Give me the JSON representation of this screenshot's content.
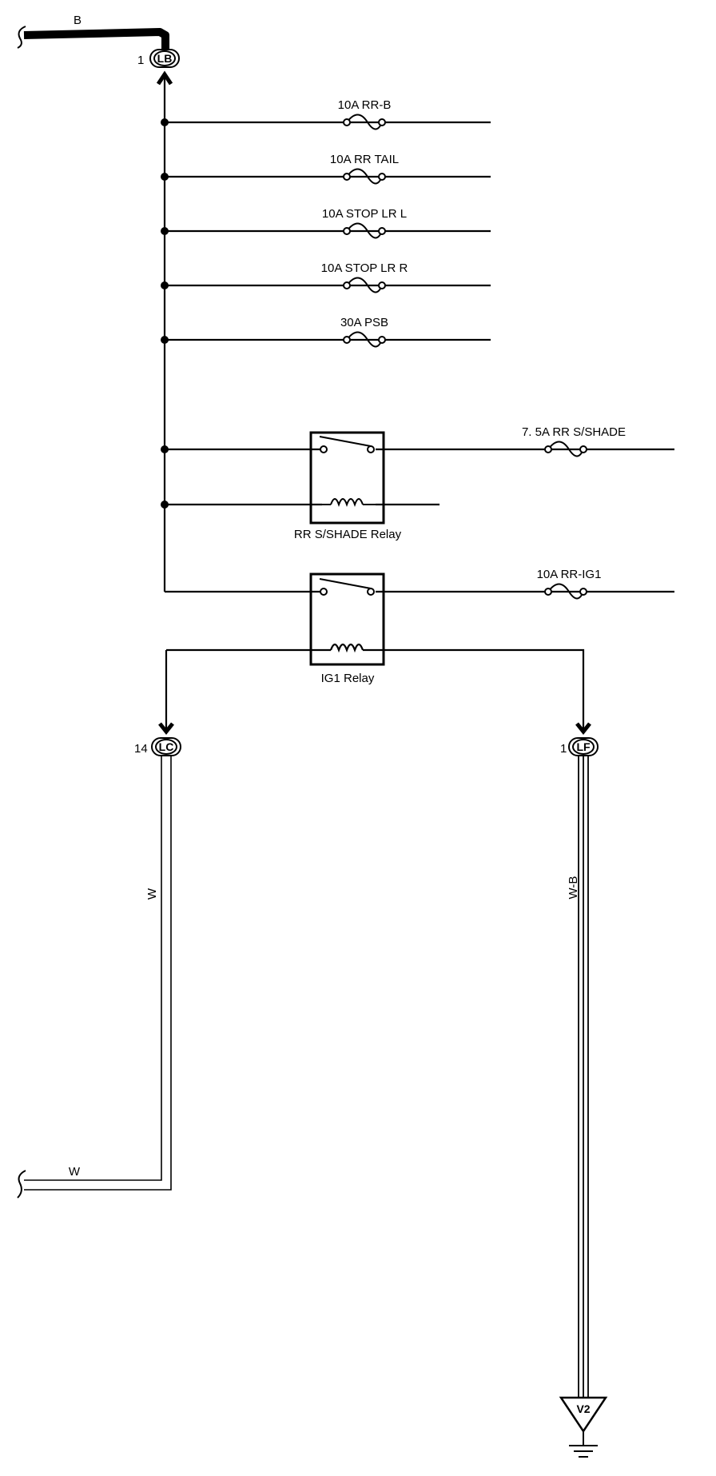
{
  "wires": {
    "top_color": "B",
    "lc_color": "W",
    "lc_bottom_color": "W",
    "lf_color": "W-B"
  },
  "connectors": {
    "lb": {
      "pin": "1",
      "name": "LB"
    },
    "lc": {
      "pin": "14",
      "name": "LC"
    },
    "lf": {
      "pin": "1",
      "name": "LF"
    }
  },
  "fuses": {
    "rr_b": "10A RR-B",
    "rr_tail": "10A RR TAIL",
    "stop_lr_l": "10A STOP LR L",
    "stop_lr_r": "10A STOP LR R",
    "psb": "30A PSB",
    "rr_sshade": "7. 5A RR S/SHADE",
    "rr_ig1": "10A RR-IG1"
  },
  "relays": {
    "sshade": "RR S/SHADE Relay",
    "ig1": "IG1 Relay"
  },
  "ground": {
    "name": "V2"
  }
}
